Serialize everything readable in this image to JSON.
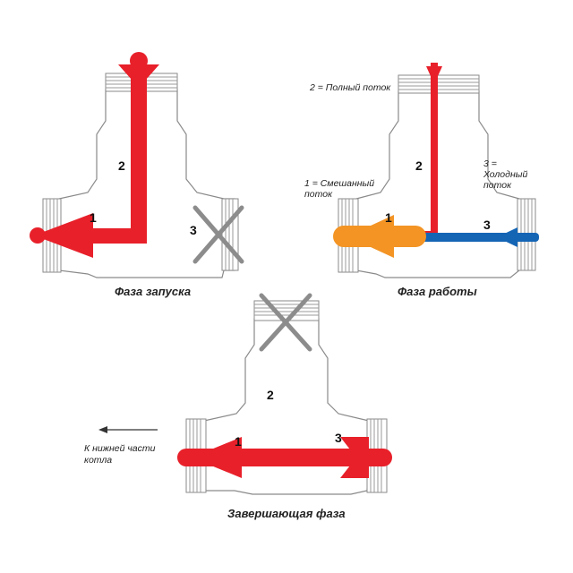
{
  "panels": {
    "startup": {
      "caption": "Фаза запуска",
      "labels": {
        "one": "1",
        "two": "2",
        "three": "3"
      }
    },
    "operation": {
      "caption": "Фаза работы",
      "labels": {
        "one": "1",
        "two": "2",
        "three": "3"
      },
      "notes": {
        "full_flow": "2 = Полный поток",
        "mixed_flow_line1": "1 = Смешанный",
        "mixed_flow_line2": "поток",
        "cold_flow_line1": "3 =",
        "cold_flow_line2": "Холодный",
        "cold_flow_line3": "поток"
      }
    },
    "final": {
      "caption": "Завершающая фаза",
      "labels": {
        "one": "1",
        "two": "2",
        "three": "3"
      },
      "notes": {
        "to_boiler_line1": "К нижней части",
        "to_boiler_line2": "котла"
      }
    }
  },
  "colors": {
    "hot": "#e8202a",
    "mixed": "#f39424",
    "cold": "#1565b5",
    "blocked": "#8c8c8c"
  }
}
